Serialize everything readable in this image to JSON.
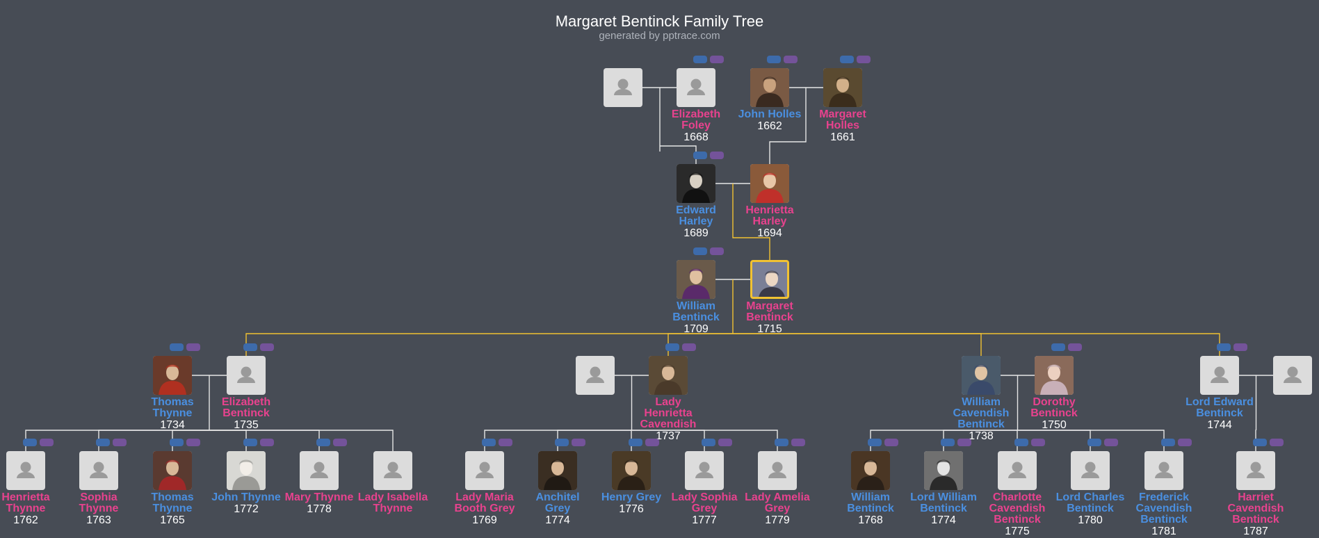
{
  "header": {
    "title": "Margaret Bentinck Family Tree",
    "subtitle": "generated by pptrace.com"
  },
  "colors": {
    "background": "#474c55",
    "male_name": "#4a8fe0",
    "female_name": "#e8428e",
    "lineage_line": "#f1c232",
    "connector": "#e6e6e6"
  },
  "people": [
    {
      "id": "p0",
      "gender": "m",
      "name": "",
      "year": "",
      "photo": "placeholder-avatar-icon",
      "btns": false
    },
    {
      "id": "p1",
      "gender": "f",
      "name": "Elizabeth Foley",
      "year": "1668",
      "photo": "placeholder-avatar-icon",
      "btns": true
    },
    {
      "id": "p2",
      "gender": "m",
      "name": "John Holles",
      "year": "1662",
      "photo": "portrait-photo",
      "btns": true
    },
    {
      "id": "p3",
      "gender": "f",
      "name": "Margaret Holles",
      "year": "1661",
      "photo": "portrait-photo",
      "btns": true
    },
    {
      "id": "p4",
      "gender": "m",
      "name": "Edward Harley",
      "year": "1689",
      "photo": "portrait-photo",
      "btns": true
    },
    {
      "id": "p5",
      "gender": "f",
      "name": "Henrietta Harley",
      "year": "1694",
      "photo": "portrait-photo",
      "btns": false
    },
    {
      "id": "p6",
      "gender": "m",
      "name": "William Bentinck",
      "year": "1709",
      "photo": "portrait-photo",
      "btns": true
    },
    {
      "id": "p7",
      "gender": "f",
      "name": "Margaret Bentinck",
      "year": "1715",
      "photo": "portrait-photo",
      "btns": false,
      "selected": true
    },
    {
      "id": "p8",
      "gender": "m",
      "name": "Thomas Thynne",
      "year": "1734",
      "photo": "portrait-photo",
      "btns": true
    },
    {
      "id": "p9",
      "gender": "f",
      "name": "Elizabeth Bentinck",
      "year": "1735",
      "photo": "placeholder-avatar-icon",
      "btns": true
    },
    {
      "id": "p10",
      "gender": "m",
      "name": "",
      "year": "",
      "photo": "placeholder-avatar-icon",
      "btns": false
    },
    {
      "id": "p11",
      "gender": "f",
      "name": "Lady Henrietta Cavendish",
      "year": "1737",
      "photo": "portrait-photo",
      "btns": true
    },
    {
      "id": "p12",
      "gender": "m",
      "name": "William Cavendish Bentinck",
      "year": "1738",
      "photo": "portrait-photo",
      "btns": false
    },
    {
      "id": "p13",
      "gender": "f",
      "name": "Dorothy Bentinck",
      "year": "1750",
      "photo": "portrait-photo",
      "btns": true
    },
    {
      "id": "p14",
      "gender": "m",
      "name": "Lord Edward Bentinck",
      "year": "1744",
      "photo": "placeholder-avatar-icon",
      "btns": true
    },
    {
      "id": "p15",
      "gender": "f",
      "name": "",
      "year": "",
      "photo": "placeholder-avatar-icon",
      "btns": false
    },
    {
      "id": "p16",
      "gender": "f",
      "name": "Henrietta Thynne",
      "year": "1762",
      "photo": "placeholder-avatar-icon",
      "btns": true
    },
    {
      "id": "p17",
      "gender": "f",
      "name": "Sophia Thynne",
      "year": "1763",
      "photo": "placeholder-avatar-icon",
      "btns": true
    },
    {
      "id": "p18",
      "gender": "m",
      "name": "Thomas Thynne",
      "year": "1765",
      "photo": "portrait-photo",
      "btns": true
    },
    {
      "id": "p19",
      "gender": "m",
      "name": "John Thynne",
      "year": "1772",
      "photo": "portrait-photo",
      "btns": true
    },
    {
      "id": "p20",
      "gender": "f",
      "name": "Mary Thynne",
      "year": "1778",
      "photo": "placeholder-avatar-icon",
      "btns": true
    },
    {
      "id": "p21",
      "gender": "f",
      "name": "Lady Isabella Thynne",
      "year": "",
      "photo": "placeholder-avatar-icon",
      "btns": false
    },
    {
      "id": "p22",
      "gender": "f",
      "name": "Lady Maria Booth Grey",
      "year": "1769",
      "photo": "placeholder-avatar-icon",
      "btns": true
    },
    {
      "id": "p23",
      "gender": "m",
      "name": "Anchitel Grey",
      "year": "1774",
      "photo": "portrait-photo",
      "btns": true
    },
    {
      "id": "p24",
      "gender": "m",
      "name": "Henry Grey",
      "year": "1776",
      "photo": "portrait-photo",
      "btns": true
    },
    {
      "id": "p25",
      "gender": "f",
      "name": "Lady Sophia Grey",
      "year": "1777",
      "photo": "placeholder-avatar-icon",
      "btns": true
    },
    {
      "id": "p26",
      "gender": "f",
      "name": "Lady Amelia Grey",
      "year": "1779",
      "photo": "placeholder-avatar-icon",
      "btns": true
    },
    {
      "id": "p27",
      "gender": "m",
      "name": "William Bentinck",
      "year": "1768",
      "photo": "portrait-photo",
      "btns": true
    },
    {
      "id": "p28",
      "gender": "m",
      "name": "Lord William Bentinck",
      "year": "1774",
      "photo": "portrait-photo",
      "btns": true
    },
    {
      "id": "p29",
      "gender": "f",
      "name": "Charlotte Cavendish Bentinck",
      "year": "1775",
      "photo": "placeholder-avatar-icon",
      "btns": true
    },
    {
      "id": "p30",
      "gender": "m",
      "name": "Lord Charles Bentinck",
      "year": "1780",
      "photo": "placeholder-avatar-icon",
      "btns": true
    },
    {
      "id": "p31",
      "gender": "m",
      "name": "Frederick Cavendish Bentinck",
      "year": "1781",
      "photo": "placeholder-avatar-icon",
      "btns": true
    },
    {
      "id": "p32",
      "gender": "f",
      "name": "Harriet Cavendish Bentinck",
      "year": "1787",
      "photo": "placeholder-avatar-icon",
      "btns": true
    }
  ]
}
